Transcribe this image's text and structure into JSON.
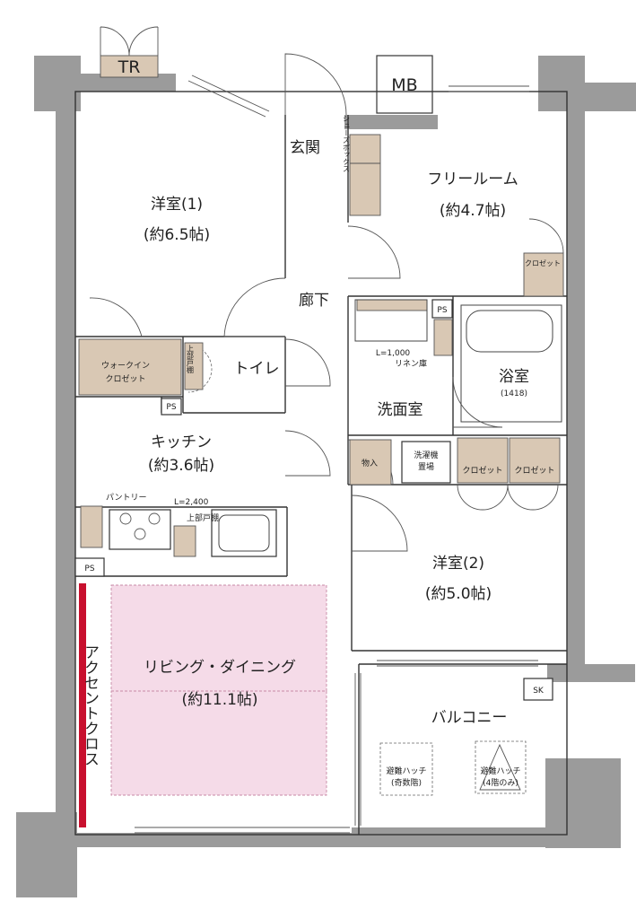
{
  "rooms": {
    "tr": "TR",
    "mb": "MB",
    "entrance": "玄関",
    "shoe_box": "シューズボックス",
    "western1": {
      "name": "洋室(1)",
      "size": "(約6.5帖)"
    },
    "free_room": {
      "name": "フリールーム",
      "size": "(約4.7帖)"
    },
    "free_closet": "クロゼット",
    "hallway": "廊下",
    "walkin_closet": {
      "line1": "ウォークイン",
      "line2": "クロゼット"
    },
    "upper_shelf_toilet": "上部戸棚",
    "toilet": "トイレ",
    "ps": "PS",
    "linen": {
      "length": "L=1,000",
      "name": "リネン庫"
    },
    "bath": {
      "name": "浴室",
      "size": "(1418)"
    },
    "washroom": "洗面室",
    "kitchen": {
      "name": "キッチン",
      "size": "(約3.6帖)"
    },
    "storage": "物入",
    "washer": {
      "line1": "洗濯機",
      "line2": "置場"
    },
    "closet_a": "クロゼット",
    "closet_b": "クロゼット",
    "pantry": "パントリー",
    "counter_length": "L=2,400",
    "upper_shelf_kitchen": "上部戸棚",
    "western2": {
      "name": "洋室(2)",
      "size": "(約5.0帖)"
    },
    "living": {
      "name": "リビング・ダイニング",
      "size": "(約11.1帖)"
    },
    "accent": "アクセントクロス",
    "balcony": "バルコニー",
    "sk": "SK",
    "hatch_odd": {
      "line1": "避難ハッチ",
      "line2": "(奇数階)"
    },
    "hatch_4f": {
      "line1": "避難ハッチ",
      "line2": "(4階のみ)"
    }
  },
  "colors": {
    "wall": "#9b9b9b",
    "built_in": "#d9c8b4",
    "living_highlight": "#f5dbe8",
    "accent_wall": "#c8102e"
  }
}
